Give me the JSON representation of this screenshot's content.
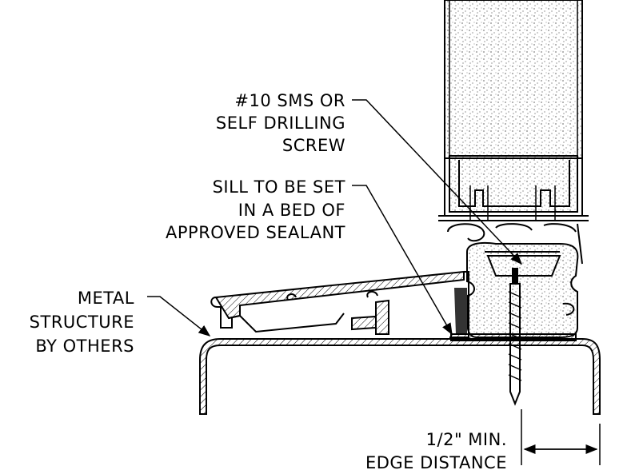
{
  "labels": {
    "screw": [
      "#10 SMS OR",
      "SELF DRILLING",
      "SCREW"
    ],
    "sill": [
      "SILL TO BE SET",
      "IN A BED OF",
      "APPROVED SEALANT"
    ],
    "structure": [
      "METAL",
      "STRUCTURE",
      "BY OTHERS"
    ],
    "edge": [
      "1/2\" MIN.",
      "EDGE DISTANCE"
    ]
  }
}
